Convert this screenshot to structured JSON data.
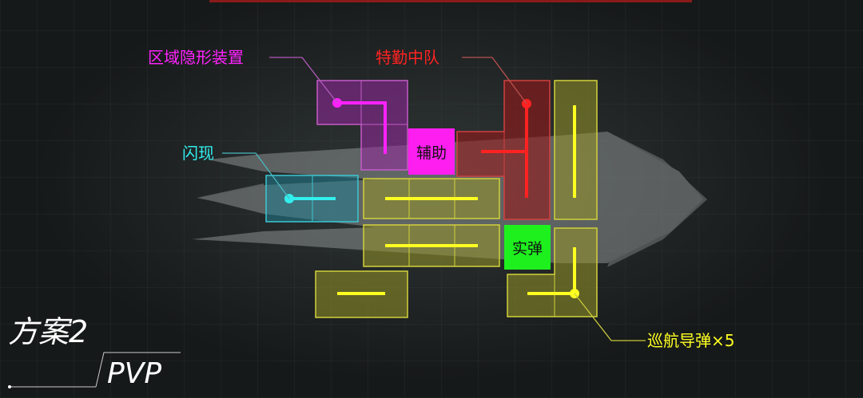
{
  "labels": {
    "stealth": "区域隐形装置",
    "flash": "闪现",
    "special_ops": "特勤中队",
    "cruise_missile": "巡航导弹×5"
  },
  "blocks": {
    "assist": "辅助",
    "live_ammo": "实弹"
  },
  "scheme": {
    "title": "方案2",
    "mode": "PVP"
  },
  "colors": {
    "magenta": "#ff22ff",
    "cyan": "#33eeee",
    "red": "#ff2222",
    "yellow": "#ffff22",
    "green": "#22ee22"
  }
}
